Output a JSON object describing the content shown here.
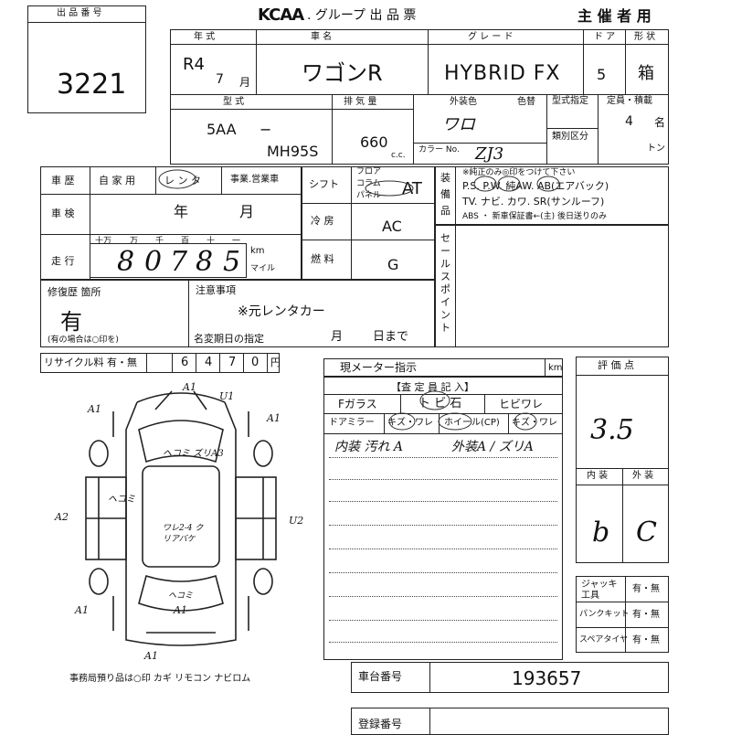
{
  "header": {
    "lot_no_label": "出 品 番 号",
    "lot_no": "3221",
    "brand": "KCAA",
    "title": ". グループ 出 品 票",
    "copy_label": "主 催 者 用"
  },
  "row1": {
    "year_label": "年 式",
    "car_label": "車 名",
    "grade_label": "グ レ ー ド",
    "door_label": "ド ア",
    "shape_label": "形 状",
    "era": "R4",
    "month": "7",
    "month_label": "月",
    "car_name": "ワゴンR",
    "grade": "HYBRID FX",
    "doors": "5",
    "shape": "箱"
  },
  "row2": {
    "model_label": "型 式",
    "disp_label": "排 気 量",
    "color_label": "外装色",
    "color_change_label": "色替",
    "type_spec_label": "型式指定",
    "capacity_label": "定員・積載",
    "model_prefix": "5AA",
    "model_dash": "−",
    "model": "MH95S",
    "disp": "660",
    "cc": "c.c.",
    "color": "ワロ",
    "color_no_label": "カラー No.",
    "color_no": "ZJ3",
    "capacity": "4",
    "capacity_unit": "名",
    "class_label": "類別区分",
    "ton_label": "トン"
  },
  "history": {
    "label": "車 歴",
    "options": [
      "自 家 用",
      "レ ン タ",
      "事業.営業車"
    ],
    "inspection_label": "車 検",
    "year_label": "年",
    "month_label": "月",
    "mileage_label": "走 行",
    "digit_labels": [
      "十万",
      "万",
      "千",
      "百",
      "十",
      "一"
    ],
    "digits": [
      "8",
      "0",
      "7",
      "8",
      "5"
    ],
    "unit_km": "km",
    "unit_mile": "マイル"
  },
  "shift": {
    "label": "シフト",
    "opts": [
      "フロア",
      "コラム",
      "パネル"
    ],
    "value": "AT",
    "ac_label": "冷 房",
    "ac": "AC",
    "fuel_label": "燃 料",
    "fuel": "G"
  },
  "equipment": {
    "label": "装備品",
    "note": "※純正のみ◎印をつけて下さい",
    "line1": "P.S. P.W. 純AW. AB(エアバック)",
    "line2": "TV. ナビ. カワ. SR(サンルーフ)",
    "line3": "ABS ・ 新車保証書←(主) 後日送りのみ",
    "sales_point_label": "セールスポイント"
  },
  "repair": {
    "label": "修復歴 箇所",
    "value": "有",
    "note": "(有の場合は○印を)",
    "notes_label": "注意事項",
    "notes_value": "※元レンタカー",
    "rename_label": "名変期日の指定",
    "month_label": "月",
    "day_label": "日まで"
  },
  "recycle": {
    "label": "リサイクル料 有・無",
    "digits": [
      "6",
      "4",
      "7",
      "0"
    ],
    "unit": "円"
  },
  "meter": {
    "label": "現メーター指示",
    "unit": "km"
  },
  "inspector": {
    "title": "【査 定 員 記 入】",
    "glass_label": "Fガラス",
    "glass_opts": "ト ビ 石",
    "glass_crack": "ヒビワレ",
    "mirror_label": "ドアミラー",
    "mirror_opts": "キズ・ワレ",
    "wheel_label": "ホイール(CP)",
    "wheel_opts": "キズ・ワレ",
    "comment1": "内装 汚れ A",
    "comment2": "外装A / ズリA"
  },
  "grade_eval": {
    "label": "評 価 点",
    "score": "3.5",
    "interior_label": "内 装",
    "exterior_label": "外 装",
    "interior": "b",
    "exterior": "C"
  },
  "tools": {
    "jack_label": "ジャッキ工具",
    "jack_opt": "有・無",
    "puncture_label": "パンクキット",
    "puncture_opt": "有・無",
    "spare_label": "スペアタイヤ",
    "spare_opt": "有・無"
  },
  "chassis": {
    "label": "車台番号",
    "value": "193657"
  },
  "registration": {
    "label": "登録番号"
  },
  "diagram": {
    "marks": [
      "A1",
      "U1",
      "A1",
      "A1",
      "ヘコミ ズリA3",
      "ヘコミ",
      "ワレ2-4 クリアバケ",
      "ヘコミ",
      "A2",
      "U2",
      "A1",
      "A1",
      "A1"
    ]
  },
  "office": {
    "note": "事務局預り品は○印 カギ リモコン ナビロム"
  }
}
